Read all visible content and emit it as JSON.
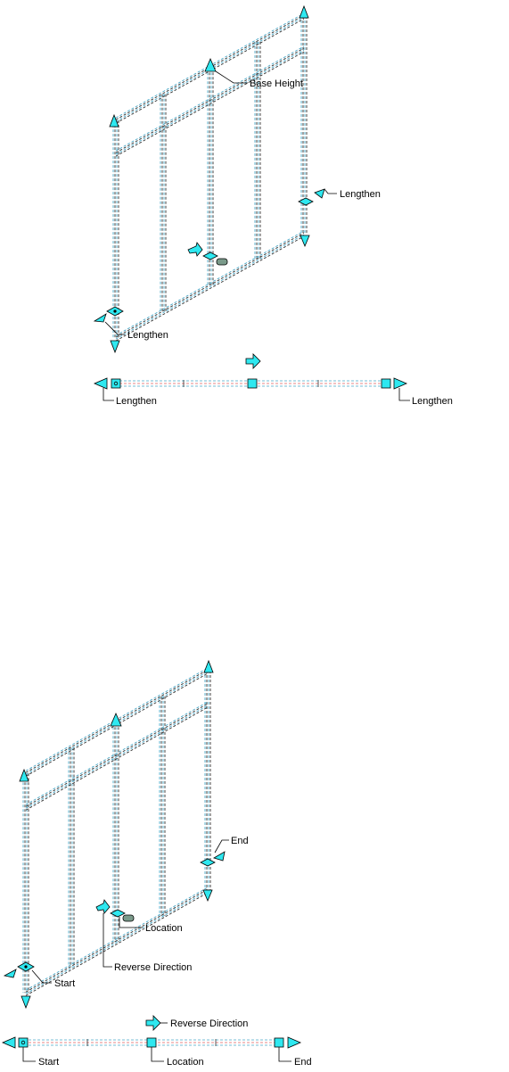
{
  "colors": {
    "grip": "#2ee8f0",
    "grip_stroke": "#000000",
    "frame_cyan": "#4aa8c8",
    "frame_red": "#e06060",
    "frame_dark": "#303030",
    "leader": "#000000",
    "edit_grip": "#7a9a8a"
  },
  "icons": [
    "triangle-grip-icon",
    "diamond-grip-icon",
    "square-grip-icon",
    "arrow-grip-icon",
    "rounded-rect-grip-icon"
  ],
  "top_diagram": {
    "labels": {
      "base_height": "Base Height",
      "lengthen_right": "Lengthen",
      "lengthen_left": "Lengthen"
    }
  },
  "top_plan": {
    "labels": {
      "lengthen_start": "Lengthen",
      "lengthen_end": "Lengthen"
    }
  },
  "bottom_diagram": {
    "labels": {
      "end": "End",
      "location": "Location",
      "reverse_direction": "Reverse Direction",
      "start": "Start"
    }
  },
  "bottom_plan": {
    "labels": {
      "reverse_direction": "Reverse Direction",
      "start": "Start",
      "location": "Location",
      "end": "End"
    }
  }
}
